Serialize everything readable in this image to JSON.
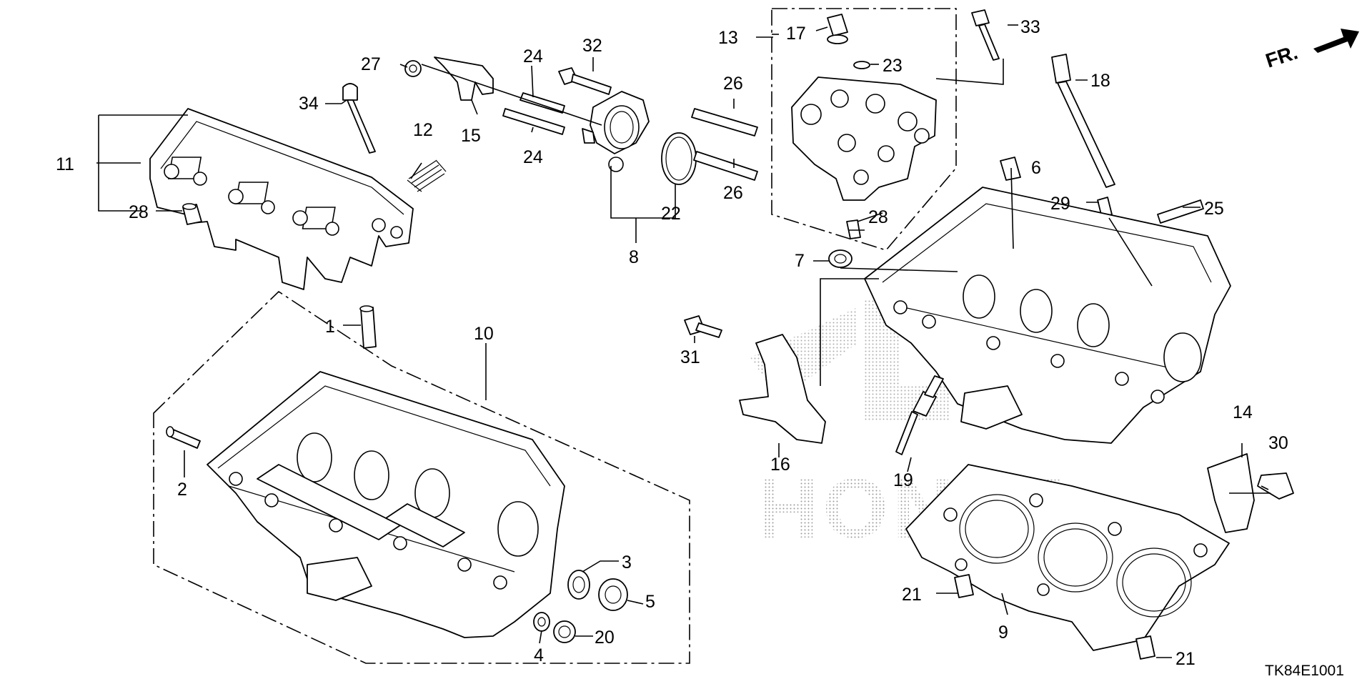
{
  "diagram": {
    "code": "TK84E1001",
    "direction": "FR.",
    "watermark": "HONDA",
    "callouts": [
      "1",
      "2",
      "3",
      "4",
      "5",
      "6",
      "7",
      "8",
      "9",
      "10",
      "11",
      "12",
      "13",
      "14",
      "15",
      "16",
      "17",
      "18",
      "19",
      "20",
      "21",
      "21",
      "22",
      "23",
      "24",
      "24",
      "25",
      "26",
      "26",
      "27",
      "28",
      "28",
      "29",
      "30",
      "31",
      "32",
      "33",
      "34"
    ]
  }
}
